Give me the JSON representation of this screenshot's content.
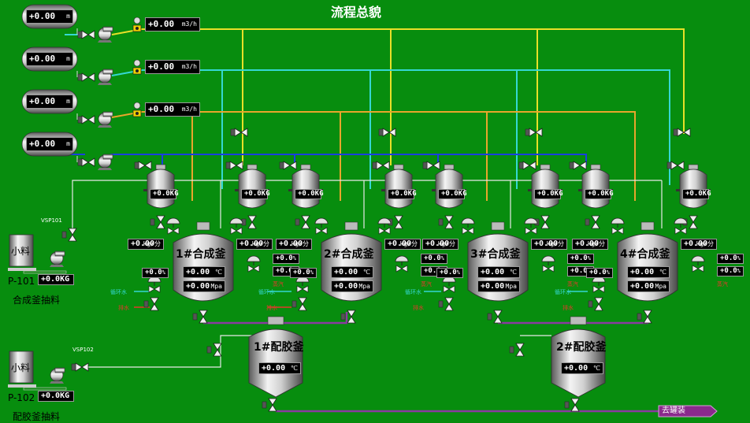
{
  "header": {
    "title": "流程总貌"
  },
  "colors": {
    "background": "#078d0e",
    "pipe_yellow": "#e8e028",
    "pipe_cyan": "#35d7d2",
    "pipe_orange": "#e8a62c",
    "pipe_blue": "#1a3fe0",
    "pipe_white": "#e8e8e8",
    "pipe_purple": "#8a3aa0",
    "go_button": "#8a2a8c"
  },
  "storage_tanks": [
    {
      "value": "+0.00",
      "unit": "m"
    },
    {
      "value": "+0.00",
      "unit": "m"
    },
    {
      "value": "+0.00",
      "unit": "m"
    },
    {
      "value": "+0.00",
      "unit": "m"
    }
  ],
  "flowmeters": [
    {
      "value": "+0.00",
      "unit": "m3/h"
    },
    {
      "value": "+0.00",
      "unit": "m3/h"
    },
    {
      "value": "+0.00",
      "unit": "m3/h"
    }
  ],
  "weigh_tanks": [
    "+0.0KG",
    "+0.0KG",
    "+0.0KG",
    "+0.0KG",
    "+0.0KG",
    "+0.0KG",
    "+0.0KG",
    "+0.0KG"
  ],
  "reactors": [
    {
      "name": "1#合成釜",
      "temp": "+0.00",
      "temp_unit": "℃",
      "press": "+0.00",
      "press_unit": "Mpa"
    },
    {
      "name": "2#合成釜",
      "temp": "+0.00",
      "temp_unit": "℃",
      "press": "+0.00",
      "press_unit": "Mpa"
    },
    {
      "name": "3#合成釜",
      "temp": "+0.00",
      "temp_unit": "℃",
      "press": "+0.00",
      "press_unit": "Mpa"
    },
    {
      "name": "4#合成釜",
      "temp": "+0.00",
      "temp_unit": "℃",
      "press": "+0.00",
      "press_unit": "Mpa"
    }
  ],
  "flow_kg": {
    "value": "+0.00",
    "unit": "kg/分"
  },
  "valve_pct": {
    "value": "+0.0",
    "unit": "%"
  },
  "mixers": [
    {
      "name": "1#配胶釜",
      "temp": "+0.00",
      "temp_unit": "℃"
    },
    {
      "name": "2#配胶釜",
      "temp": "+0.00",
      "temp_unit": "℃"
    }
  ],
  "pump_stations": [
    {
      "material": "小料",
      "pump": "P-101",
      "vsp": "VSP101",
      "weight": "+0.0KG",
      "caption": "合成釜抽料"
    },
    {
      "material": "小料",
      "pump": "P-102",
      "vsp": "VSP102",
      "weight": "+0.0KG",
      "caption": "配胶釜抽料"
    }
  ],
  "tags": {
    "steam": "蒸汽",
    "cooling_water": "循环水",
    "drain": "排水"
  },
  "go_button": "去罐装"
}
